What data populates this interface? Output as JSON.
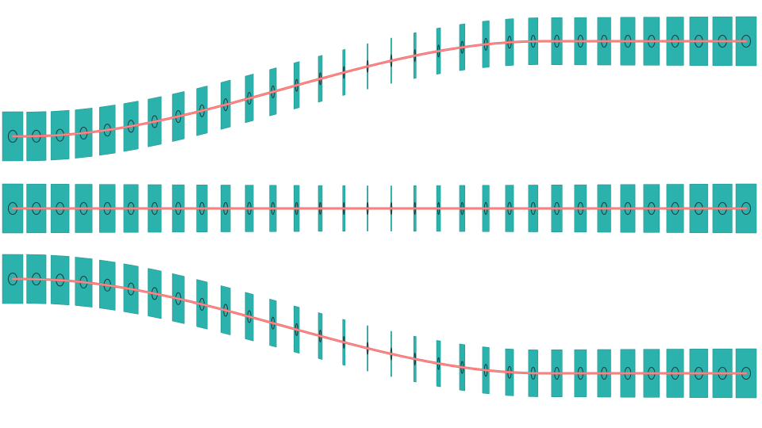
{
  "scene": {
    "background": "#ffffff",
    "plate_color": "#2bb2ad",
    "plate_edge_color": "#1f8f8a",
    "beam_color": "#f26b6b",
    "beam_core_color": "#ff9a9a",
    "ring_color": "#1a3a3a"
  },
  "rows": [
    {
      "id": "top",
      "shape": "s-curve-up",
      "plate_count": 32
    },
    {
      "id": "middle",
      "shape": "straight",
      "plate_count": 32
    },
    {
      "id": "bottom",
      "shape": "s-curve-down",
      "plate_count": 32
    }
  ]
}
